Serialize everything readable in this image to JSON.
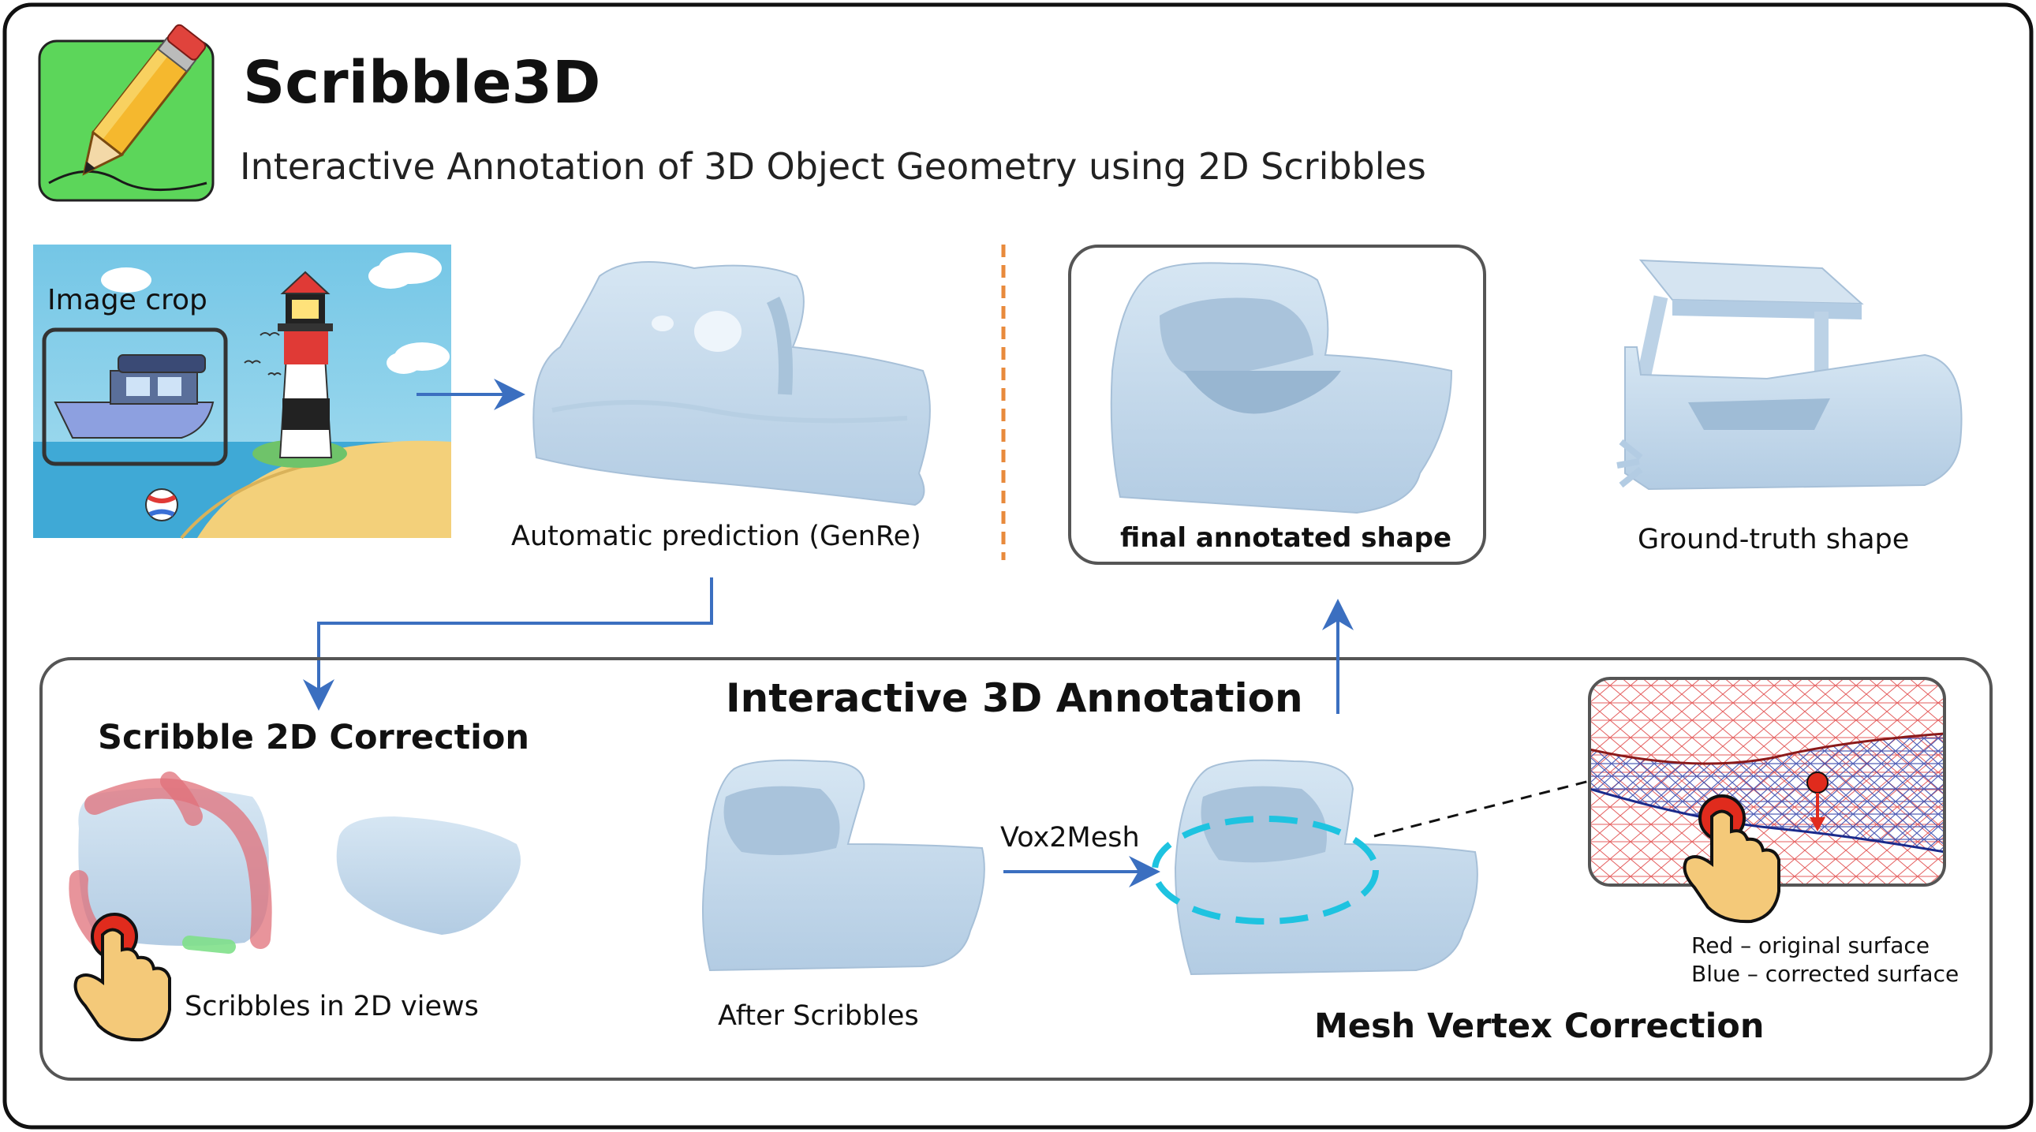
{
  "header": {
    "title": "Scribble3D",
    "subtitle": "Interactive Annotation of 3D Object Geometry using 2D Scribbles"
  },
  "top_row": {
    "image_crop_label": "Image crop",
    "automatic_prediction_label": "Automatic prediction (GenRe)",
    "final_shape_label": "final annotated shape",
    "ground_truth_label": "Ground-truth shape"
  },
  "annotation_panel": {
    "title": "Interactive 3D Annotation",
    "scribble_section_title": "Scribble 2D Correction",
    "scribbles_caption": "Scribbles in 2D views",
    "after_scribbles_caption": "After Scribbles",
    "vox2mesh_label": "Vox2Mesh",
    "mesh_section_title": "Mesh Vertex Correction",
    "legend": {
      "red_label": "Red – original surface",
      "blue_label": "Blue – corrected surface"
    }
  },
  "colors": {
    "mesh": "#c3d8ea",
    "mesh_dark": "#9fbcd6",
    "arrow_blue": "#3b6fc0",
    "divider_orange": "#e88a3c",
    "scribble_red": "#e0707a",
    "scribble_green": "#7fe08a",
    "highlight_cyan": "#1ec3e0",
    "logo_green": "#5cd65a"
  },
  "icons": [
    "pencil-logo-icon",
    "hand-pointer-icon",
    "red-dot-icon"
  ]
}
